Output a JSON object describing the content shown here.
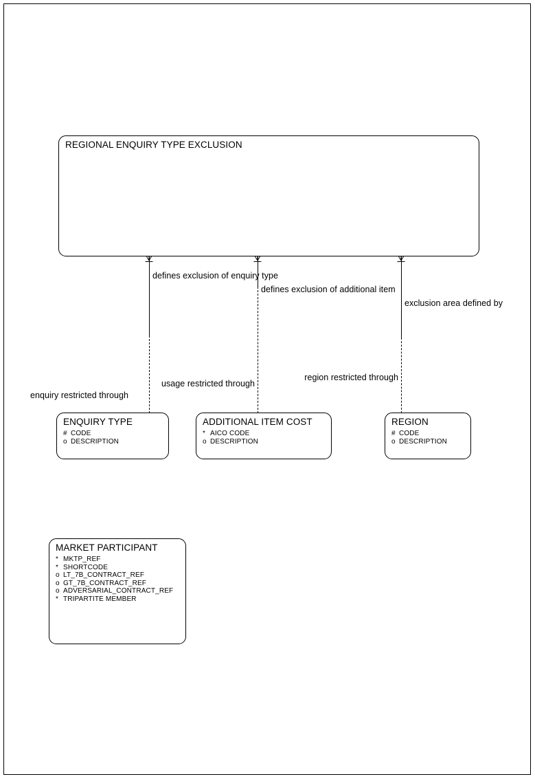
{
  "diagram": {
    "type": "entity-relationship-diagram",
    "notation": "barker",
    "background_color": "#ffffff",
    "line_color": "#000000"
  },
  "entities": [
    {
      "id": "regional-enquiry-type-exclusion",
      "title": "REGIONAL ENQUIRY TYPE EXCLUSION",
      "attributes": []
    },
    {
      "id": "enquiry-type",
      "title": "ENQUIRY TYPE",
      "attributes": [
        {
          "mark": "#",
          "name": "CODE"
        },
        {
          "mark": "o",
          "name": "DESCRIPTION"
        }
      ]
    },
    {
      "id": "additional-item-cost",
      "title": "ADDITIONAL ITEM COST",
      "attributes": [
        {
          "mark": "*",
          "name": "AICO CODE"
        },
        {
          "mark": "o",
          "name": "DESCRIPTION"
        }
      ]
    },
    {
      "id": "region",
      "title": "REGION",
      "attributes": [
        {
          "mark": "#",
          "name": "CODE"
        },
        {
          "mark": "o",
          "name": "DESCRIPTION"
        }
      ]
    },
    {
      "id": "market-participant",
      "title": "MARKET PARTICIPANT",
      "attributes": [
        {
          "mark": "*",
          "name": "MKTP_REF"
        },
        {
          "mark": "*",
          "name": "SHORTCODE"
        },
        {
          "mark": "o",
          "name": "LT_7B_CONTRACT_REF"
        },
        {
          "mark": "o",
          "name": "GT_7B_CONTRACT_REF"
        },
        {
          "mark": "o",
          "name": "ADVERSARIAL_CONTRACT_REF"
        },
        {
          "mark": "*",
          "name": "TRIPARTITE MEMBER"
        }
      ]
    }
  ],
  "relationships": [
    {
      "id": "enquiry-type-relationship",
      "from": "regional-enquiry-type-exclusion",
      "to": "enquiry-type",
      "label_from": "defines exclusion of enquiry type",
      "label_to": "enquiry restricted through"
    },
    {
      "id": "additional-item-relationship",
      "from": "regional-enquiry-type-exclusion",
      "to": "additional-item-cost",
      "label_from": "defines exclusion of additional item",
      "label_to": "usage restricted through"
    },
    {
      "id": "region-relationship",
      "from": "regional-enquiry-type-exclusion",
      "to": "region",
      "label_from": "exclusion area defined by",
      "label_to": "region restricted through"
    }
  ]
}
